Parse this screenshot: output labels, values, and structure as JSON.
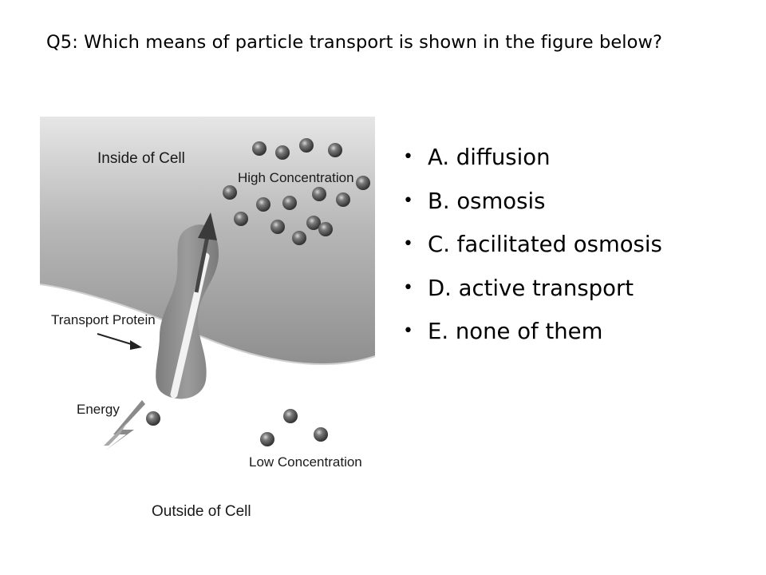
{
  "slide": {
    "question": "Q5: Which means of particle transport is shown in the figure below?"
  },
  "figure": {
    "labels": {
      "inside": "Inside of Cell",
      "outside": "Outside of Cell",
      "high": "High Concentration",
      "low": "Low Concentration",
      "protein": "Transport Protein",
      "energy": "Energy"
    },
    "colors": {
      "particle": "#5f5f5f",
      "protein": "#8c8c8c",
      "arrow": "#454545"
    }
  },
  "options": [
    {
      "label": "A. diffusion"
    },
    {
      "label": "B. osmosis"
    },
    {
      "label": "C. facilitated osmosis"
    },
    {
      "label": "D. active transport"
    },
    {
      "label": "E. none of them"
    }
  ]
}
